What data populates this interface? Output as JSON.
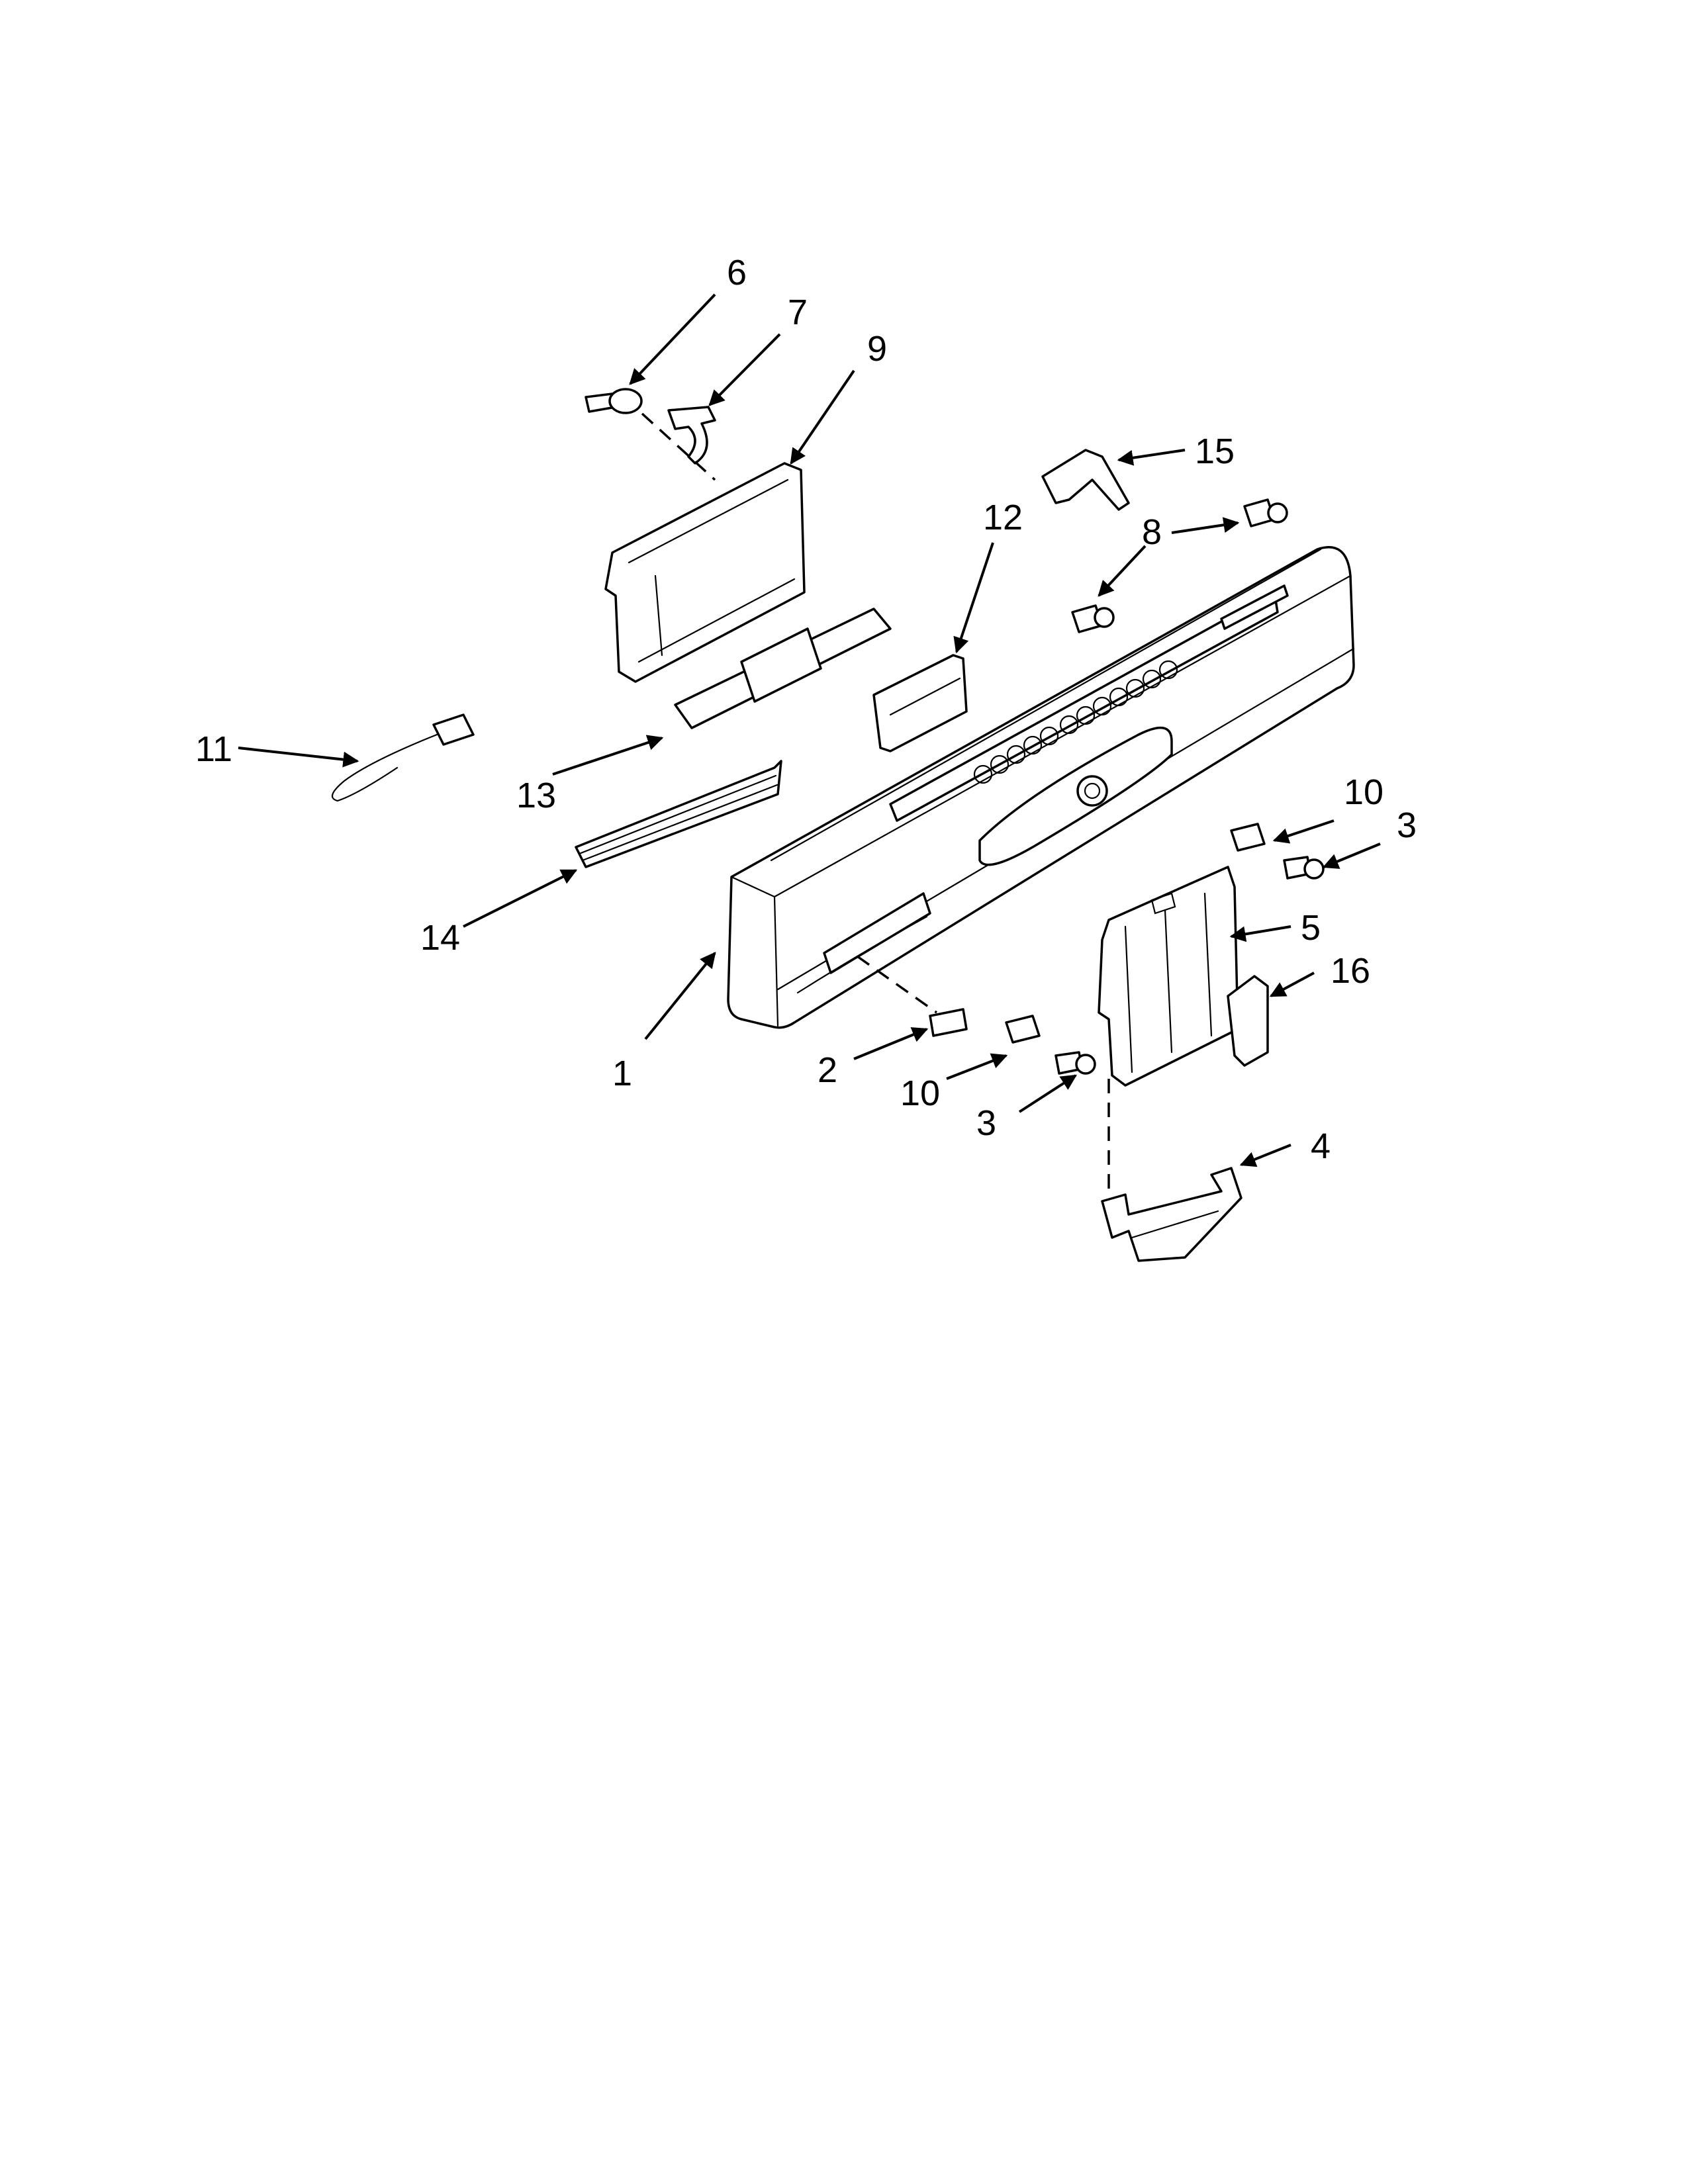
{
  "diagram": {
    "background_color": "#ffffff",
    "line_color": "#000000",
    "callouts": {
      "c1": "1",
      "c2": "2",
      "c3a": "3",
      "c3b": "3",
      "c4": "4",
      "c5": "5",
      "c6": "6",
      "c7": "7",
      "c8": "8",
      "c9": "9",
      "c10a": "10",
      "c10b": "10",
      "c11": "11",
      "c12": "12",
      "c13": "13",
      "c14": "14",
      "c15": "15",
      "c16": "16"
    }
  }
}
